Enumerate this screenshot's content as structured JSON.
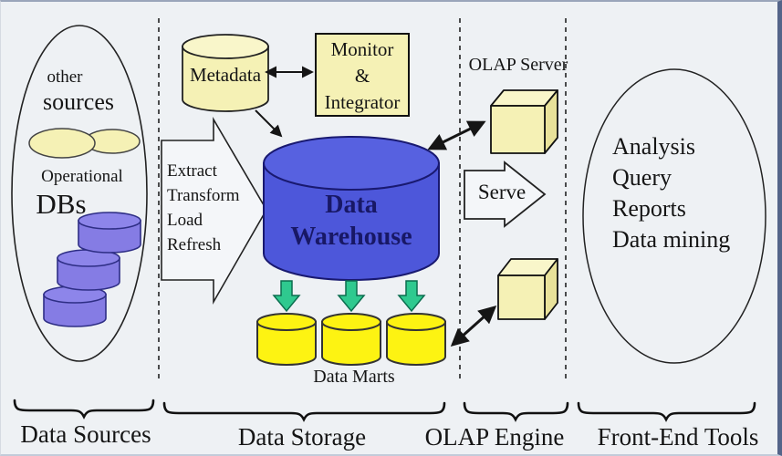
{
  "colors": {
    "background": "#eef1f4",
    "frame": "#546489",
    "ink": "#151515",
    "pale_yellow": "#f5f1b5",
    "cube_top": "#f9f6ca",
    "cube_side": "#e9e29a",
    "bright_yellow": "#fdf312",
    "purple": "#857ce4",
    "purple_top": "#8d85ea",
    "warehouse_blue": "#4d57da",
    "warehouse_blue_top": "#5761e0",
    "warehouse_text": "#181866",
    "green": "#2fc98f",
    "arrow_fill": "#f4f6f9"
  },
  "data_sources": {
    "bottom_label": "Data Sources",
    "other_line1": "other",
    "other_line2": "sources",
    "op_line1": "Operational",
    "op_line2": "DBs"
  },
  "data_storage": {
    "bottom_label": "Data Storage",
    "metadata_label": "Metadata",
    "monitor_lines": [
      "Monitor",
      "&",
      "Integrator"
    ],
    "etl_lines": [
      "Extract",
      "Transform",
      "Load",
      "Refresh"
    ],
    "warehouse_lines": [
      "Data",
      "Warehouse"
    ],
    "marts_label": "Data Marts"
  },
  "olap": {
    "bottom_label": "OLAP Engine",
    "server_label": "OLAP Server",
    "serve_label": "Serve"
  },
  "front_end": {
    "bottom_label": "Front-End Tools",
    "tools": [
      "Analysis",
      "Query",
      "Reports",
      "Data mining"
    ]
  }
}
